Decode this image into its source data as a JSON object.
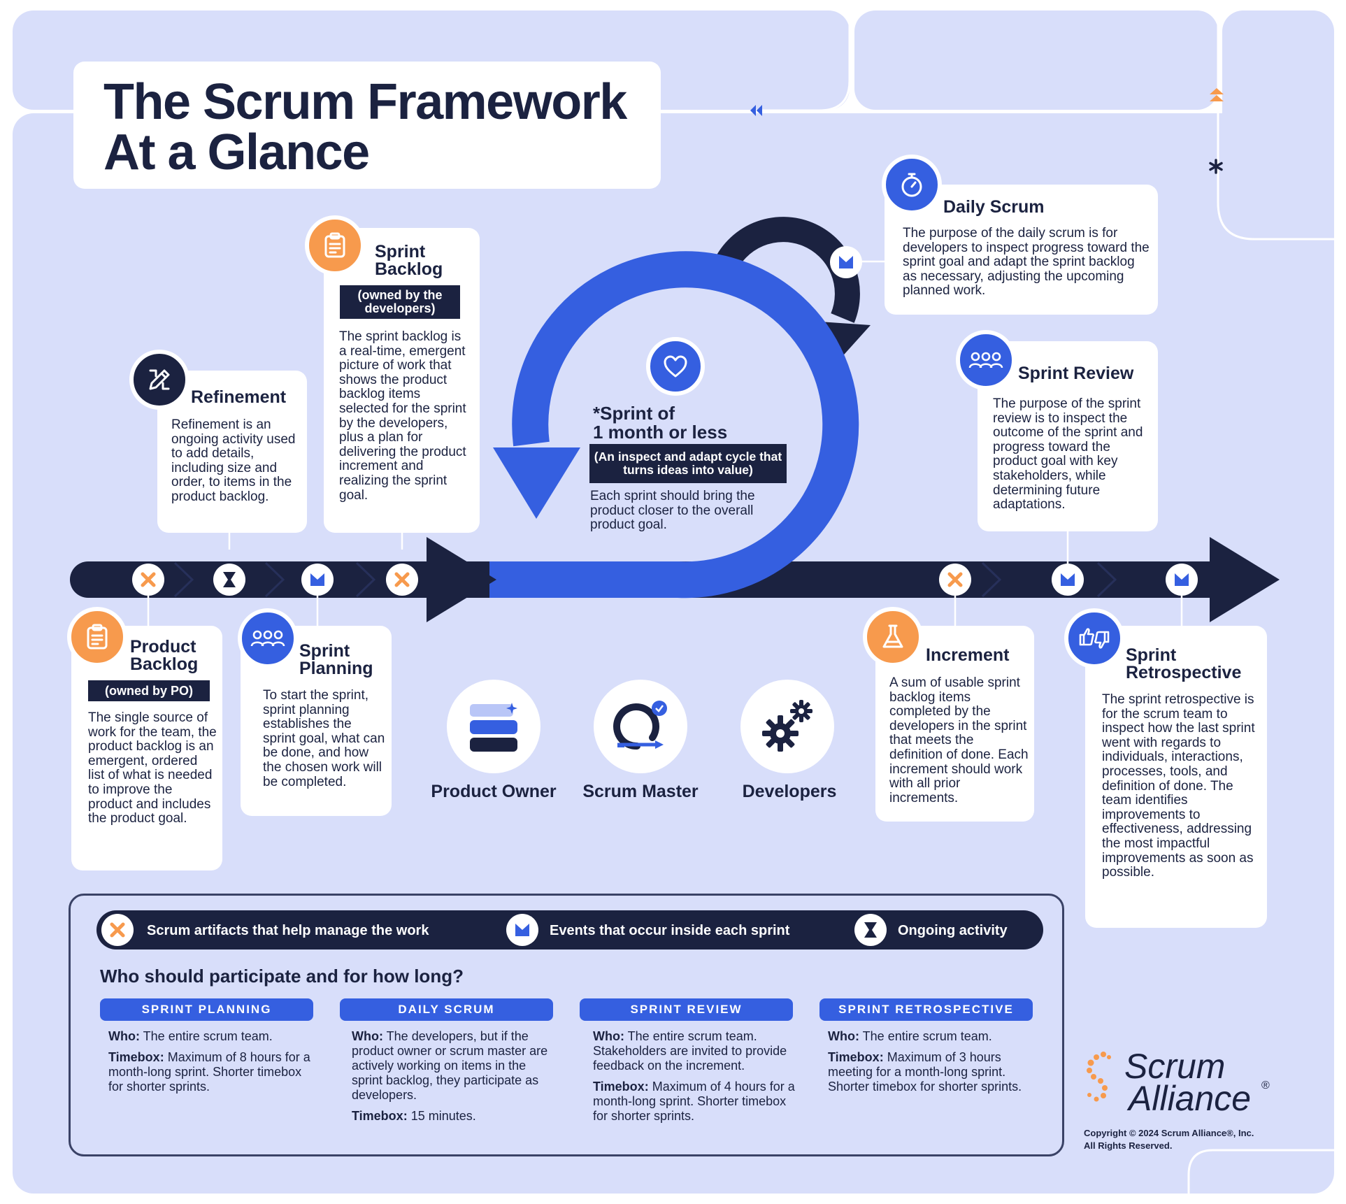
{
  "title": {
    "line1": "The Scrum Framework",
    "line2": "At a Glance"
  },
  "refinement": {
    "heading": "Refinement",
    "body": "Refinement is an ongoing activity used to add details, including size and order, to items in the product backlog.",
    "icon": "pencil-ruler-icon"
  },
  "sprint_backlog": {
    "heading_line1": "Sprint",
    "heading_line2": "Backlog",
    "owner": "(owned by the developers)",
    "body": "The sprint backlog is a real-time, emergent picture of work that shows the product backlog items selected for the sprint by the developers, plus a plan for delivering the product increment and realizing the sprint goal.",
    "icon": "clipboard-icon"
  },
  "sprint_center": {
    "heading_line1": "*Sprint of",
    "heading_line2": "1 month or less",
    "subtitle": "(An inspect and adapt cycle that turns ideas into value)",
    "body": "Each sprint should bring the product closer to the overall product goal.",
    "icon": "heart-icon"
  },
  "daily_scrum": {
    "heading": "Daily Scrum",
    "body": "The purpose of the daily scrum is for developers to inspect progress toward the sprint goal and adapt the sprint backlog as necessary, adjusting the upcoming planned work.",
    "icon": "stopwatch-icon"
  },
  "sprint_review": {
    "heading": "Sprint Review",
    "body": "The purpose of the sprint review is to inspect the outcome of the sprint and progress toward the product goal with key stakeholders, while determining future adaptations.",
    "icon": "group-icon"
  },
  "product_backlog": {
    "heading_line1": "Product",
    "heading_line2": "Backlog",
    "owner": "(owned by PO)",
    "body": "The single source of work for the team, the product backlog is an emergent, ordered list of what is needed to improve the product and includes the product goal.",
    "icon": "clipboard-icon"
  },
  "sprint_planning": {
    "heading_line1": "Sprint",
    "heading_line2": "Planning",
    "body": "To start the sprint, sprint planning establishes the sprint goal, what can be done, and how the chosen work will be completed.",
    "icon": "group-icon"
  },
  "increment": {
    "heading": "Increment",
    "body": "A sum of usable sprint backlog items completed by the developers in the sprint that meets the definition of done. Each increment should work with all prior increments.",
    "icon": "flask-icon"
  },
  "sprint_retrospective": {
    "heading_line1": "Sprint",
    "heading_line2": "Retrospective",
    "body": "The sprint retrospective is for the scrum team to inspect how the last sprint went with regards to individuals, interactions, processes, tools, and definition of done. The team identifies improvements to effectiveness, addressing the most impactful improvements as soon as possible.",
    "icon": "thumbs-up-down-icon"
  },
  "roles": [
    {
      "label": "Product Owner",
      "icon": "stack-icon"
    },
    {
      "label": "Scrum Master",
      "icon": "loop-arrow-icon"
    },
    {
      "label": "Developers",
      "icon": "gears-icon"
    }
  ],
  "legend": {
    "artifacts": "Scrum artifacts that help manage the work",
    "events": "Events that occur inside each sprint",
    "ongoing": "Ongoing activity"
  },
  "participation": {
    "heading": "Who should participate and for how long?",
    "who_label": "Who:",
    "timebox_label": "Timebox:",
    "columns": [
      {
        "title": "SPRINT PLANNING",
        "who": "The entire scrum team.",
        "timebox": "Maximum of 8 hours for a month-long sprint. Shorter timebox for shorter sprints."
      },
      {
        "title": "DAILY SCRUM",
        "who": "The developers, but if the product owner or scrum master are actively working on items in the sprint backlog, they participate as developers.",
        "timebox": "15 minutes."
      },
      {
        "title": "SPRINT REVIEW",
        "who": "The entire scrum team. Stakeholders are invited to provide feedback on the increment.",
        "timebox": "Maximum of 4 hours for a month-long sprint. Shorter timebox for shorter sprints."
      },
      {
        "title": "SPRINT RETROSPECTIVE",
        "who": "The entire scrum team.",
        "timebox": "Maximum of 3 hours meeting for a month-long sprint. Shorter timebox for shorter sprints."
      }
    ]
  },
  "brand": {
    "line1": "Scrum",
    "line2": "Alliance",
    "registered": "®",
    "copyright_line1": "Copyright © 2024 Scrum Alliance®, Inc.",
    "copyright_line2": "All Rights Reserved."
  },
  "colors": {
    "background": "#d8defa",
    "navy": "#1b2240",
    "blue": "#355fe0",
    "orange": "#f79a4d",
    "white": "#ffffff"
  }
}
